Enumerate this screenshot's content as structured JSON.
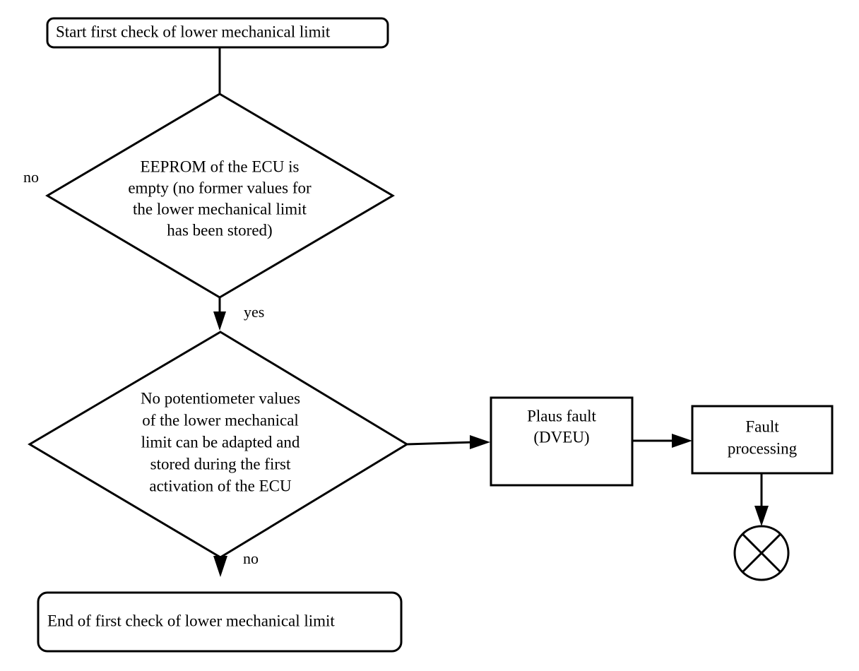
{
  "diagram": {
    "title": "First check of lower mechanical limit flowchart",
    "background_color": "#ffffff",
    "stroke_color": "#000000"
  },
  "nodes": {
    "start": {
      "type": "terminator",
      "label": "Start first check of lower mechanical limit"
    },
    "decision_eeprom": {
      "type": "decision",
      "lines": [
        "EEPROM of the ECU is",
        "empty (no former values for",
        "the lower mechanical limit",
        "has been stored)"
      ]
    },
    "decision_potentiometer": {
      "type": "decision",
      "lines": [
        "No potentiometer values",
        "of the lower mechanical",
        "limit can be adapted and",
        "stored during the first",
        "activation of the ECU"
      ]
    },
    "plaus_fault": {
      "type": "process",
      "lines": [
        "Plaus fault",
        "(DVEU)"
      ]
    },
    "fault_processing": {
      "type": "process",
      "lines": [
        "Fault",
        "processing"
      ]
    },
    "cross_circle": {
      "type": "connector-circle-cross",
      "label": "crossed-circle-terminator"
    },
    "end": {
      "type": "terminator",
      "label": "End of first check of lower mechanical limit"
    }
  },
  "edge_labels": {
    "eeprom_no": "no",
    "eeprom_yes": "yes",
    "potentiometer_no": "no"
  }
}
